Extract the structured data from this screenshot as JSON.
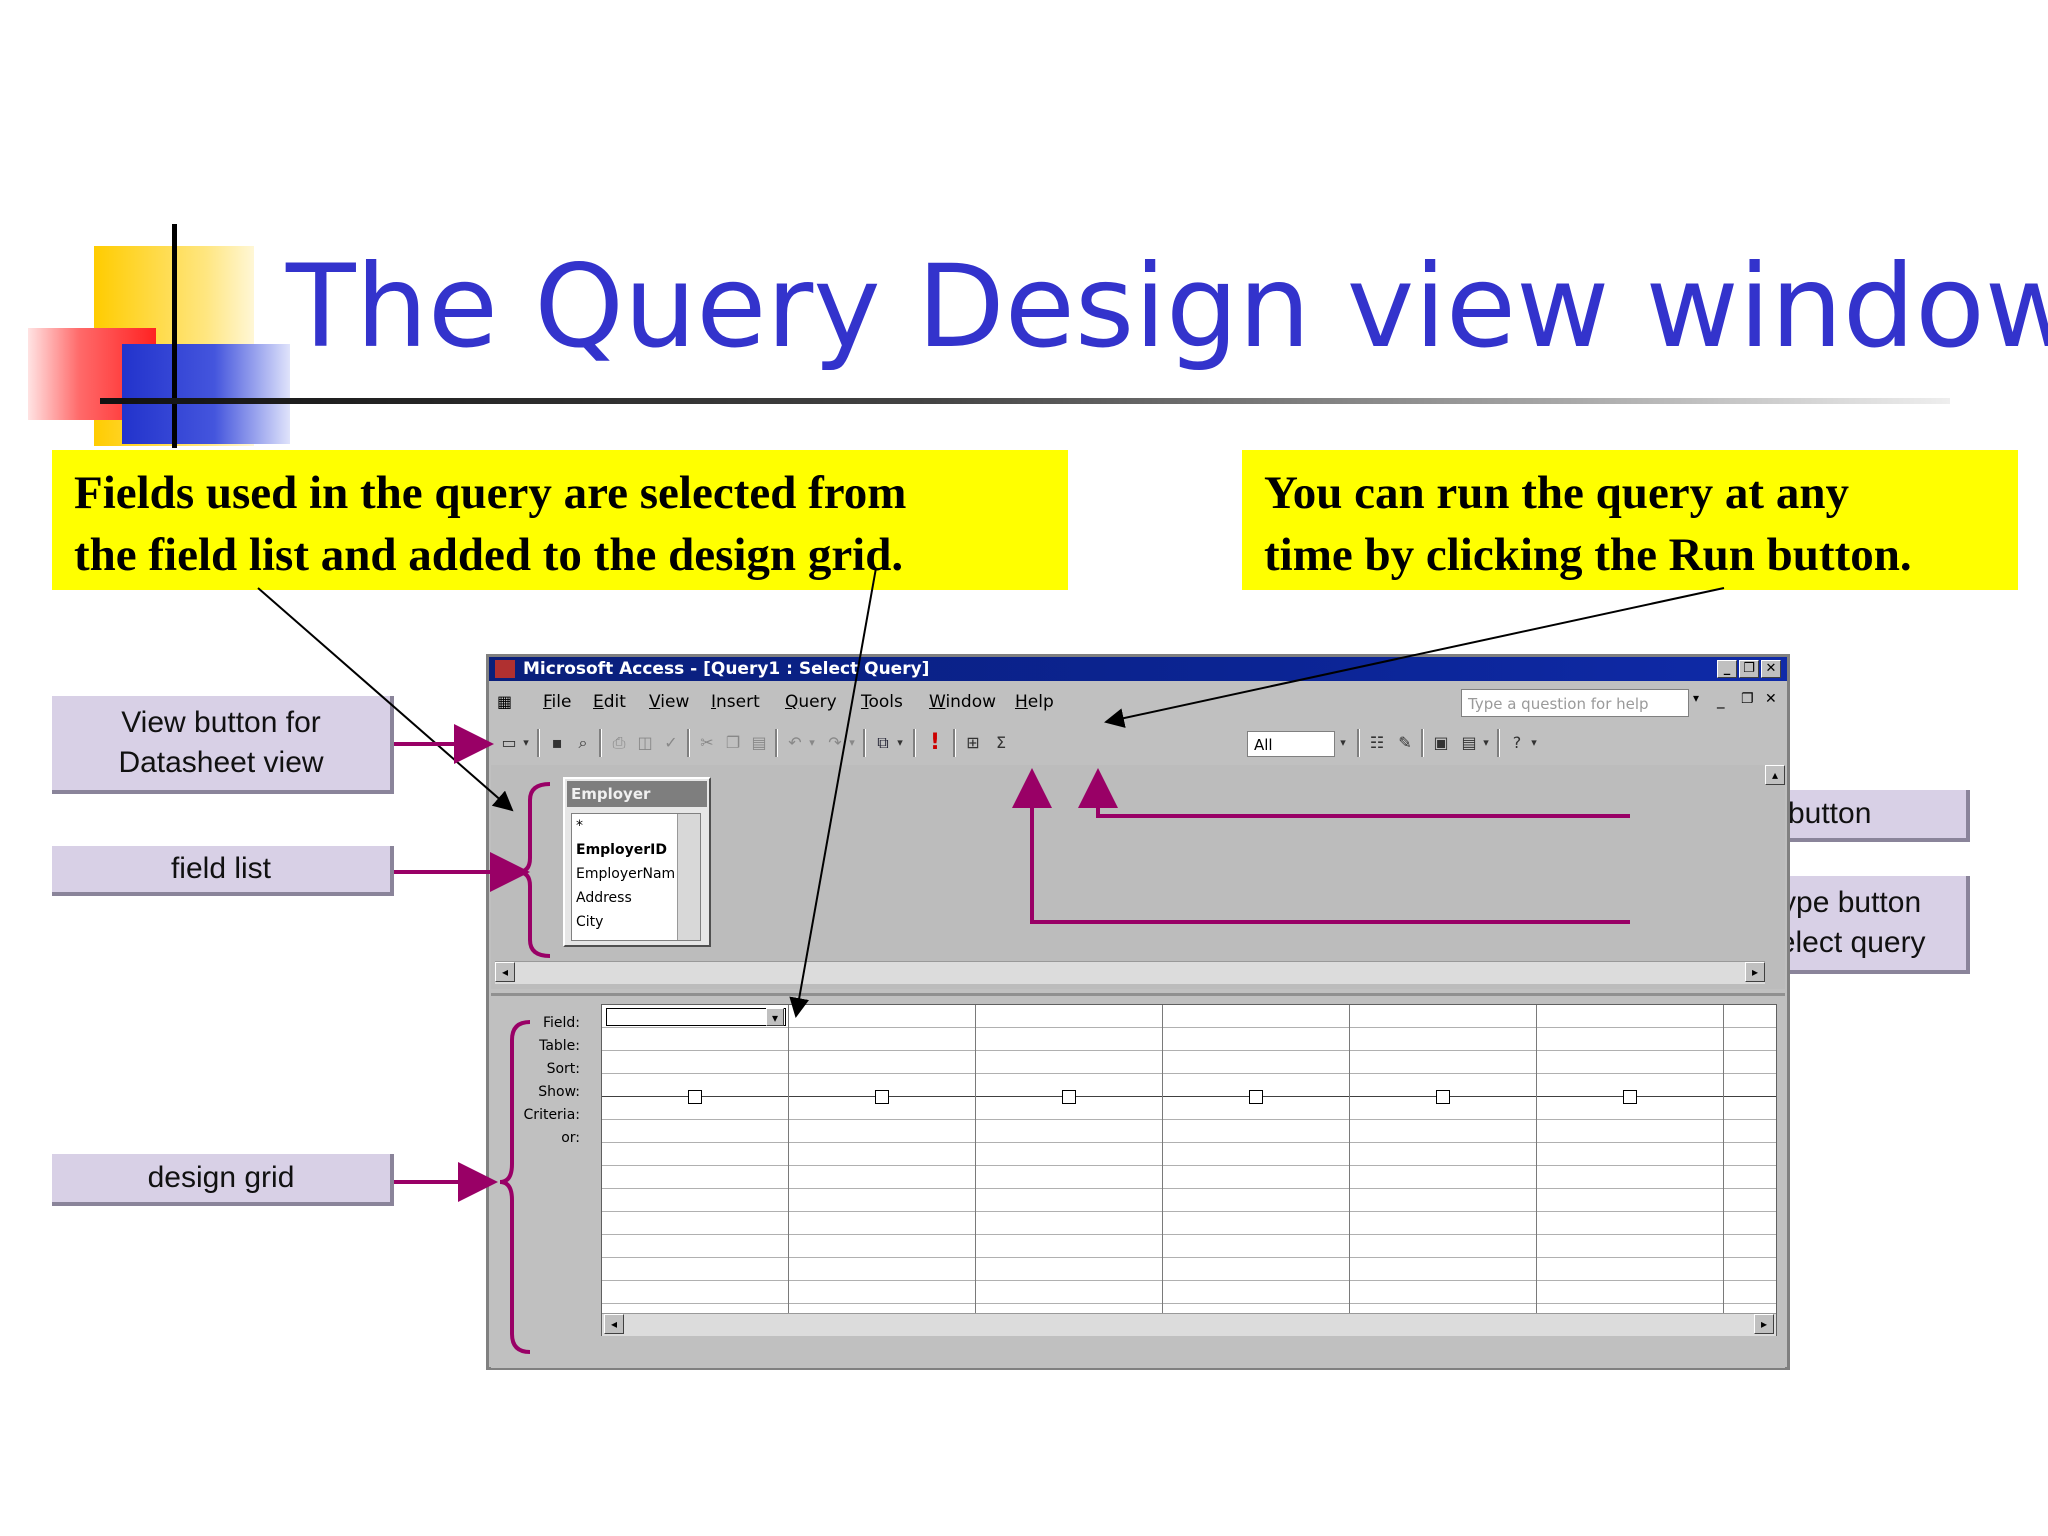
{
  "slide": {
    "title": "The Query Design view window",
    "callout_left": [
      "Fields used in the query are selected from",
      "the field list and added to the design grid."
    ],
    "callout_right": [
      "You can run the query at any",
      "time by clicking the Run button."
    ]
  },
  "labels": {
    "view_button": [
      "View button for",
      "Datasheet view"
    ],
    "field_list": "field list",
    "design_grid": "design grid",
    "run_button": "Run button",
    "query_type": [
      "Query Type button",
      "shows select query"
    ]
  },
  "window": {
    "title": "Microsoft Access - [Query1 : Select Query]",
    "menu": [
      "File",
      "Edit",
      "View",
      "Insert",
      "Query",
      "Tools",
      "Window",
      "Help"
    ],
    "help_placeholder": "Type a question for help",
    "combo_value": "All",
    "field_list": {
      "title": "Employer",
      "items": [
        "*",
        "EmployerID",
        "EmployerNam",
        "Address",
        "City"
      ]
    },
    "grid_rows": [
      "Field:",
      "Table:",
      "Sort:",
      "Show:",
      "Criteria:",
      "or:"
    ]
  },
  "colors": {
    "title": "#3333cc",
    "callout": "#ffff00",
    "label_bg": "#d8d0e6",
    "pointer": "#990066"
  }
}
